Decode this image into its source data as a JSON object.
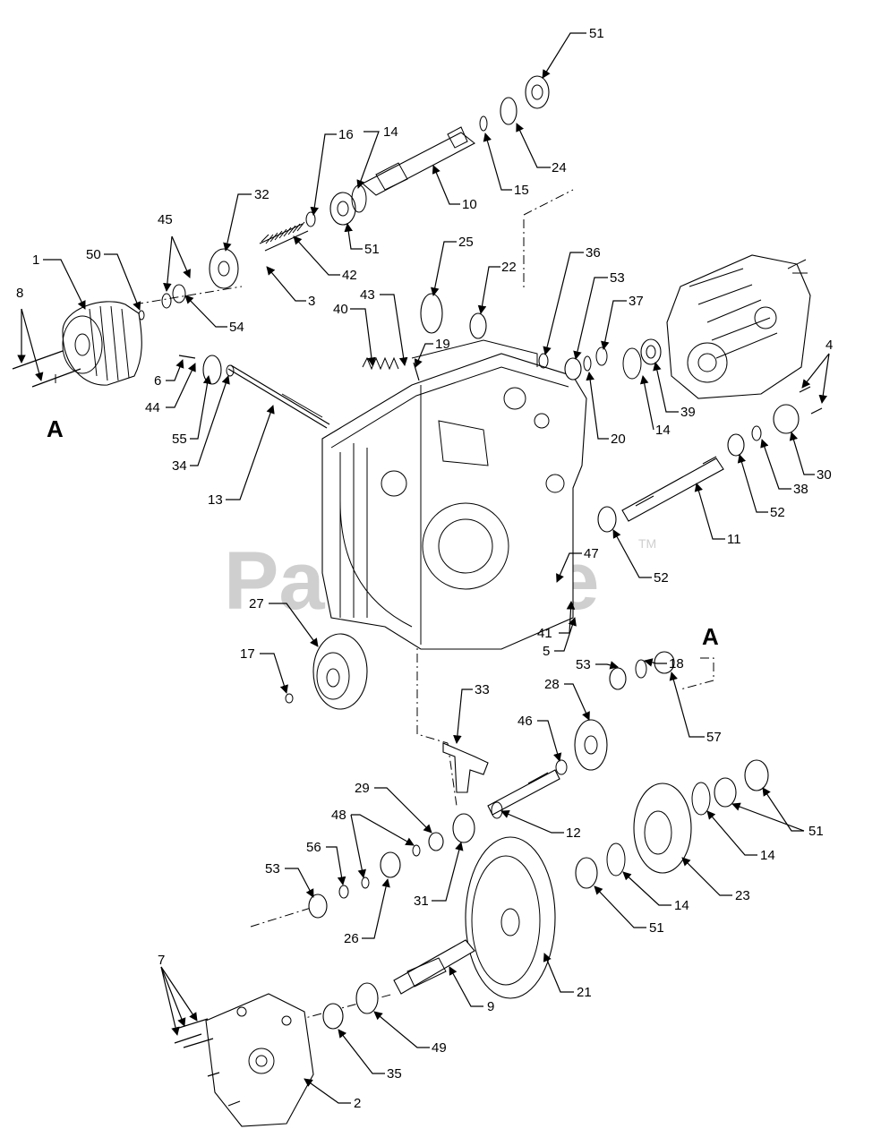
{
  "watermark": {
    "text": "PartsTree",
    "trademark": "TM"
  },
  "section_marker": "A",
  "callouts": [
    "1",
    "2",
    "3",
    "4",
    "5",
    "6",
    "7",
    "8",
    "9",
    "10",
    "11",
    "12",
    "13",
    "14",
    "15",
    "16",
    "17",
    "18",
    "19",
    "20",
    "21",
    "22",
    "23",
    "24",
    "25",
    "26",
    "27",
    "28",
    "29",
    "30",
    "31",
    "32",
    "33",
    "34",
    "35",
    "36",
    "37",
    "38",
    "39",
    "40",
    "41",
    "42",
    "43",
    "44",
    "45",
    "46",
    "47",
    "48",
    "49",
    "50",
    "51",
    "52",
    "53",
    "54",
    "55",
    "56",
    "57"
  ]
}
